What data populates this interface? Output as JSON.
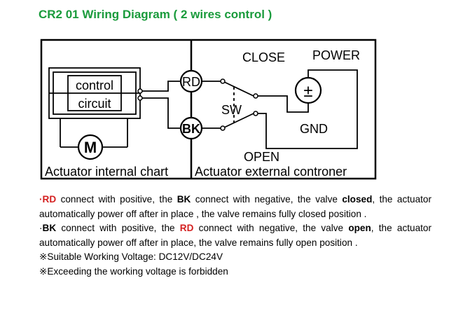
{
  "title": "CR2 01 Wiring Diagram ( 2 wires control )",
  "diagram": {
    "control_label": "control",
    "circuit_label": "circuit",
    "motor_label": "M",
    "rd_label": "RD",
    "bk_label": "BK",
    "sw_label": "SW",
    "close_label": "CLOSE",
    "power_label": "POWER",
    "gnd_label": "GND",
    "open_label": "OPEN",
    "internal_caption": "Actuator internal chart",
    "external_caption": "Actuator external controner",
    "battery_symbol": "±"
  },
  "notes": {
    "note1": {
      "dot": "·",
      "rd": "RD",
      "t1": " connect with positive, the ",
      "bk": "BK",
      "t2": " connect with negative, the valve ",
      "state": "closed",
      "t3": ", the actuator automatically power off after in place , the valve remains fully closed position ."
    },
    "note2": {
      "dot": "·",
      "bk": "BK",
      "t1": " connect with positive, the ",
      "rd": "RD",
      "t2": " connect with negative, the valve ",
      "state": "open",
      "t3": ", the actuator automatically power off after in place, the valve remains fully open position ."
    },
    "note3": "※Suitable Working Voltage: DC12V/DC24V",
    "note4": "※Exceeding the working voltage is forbidden"
  }
}
